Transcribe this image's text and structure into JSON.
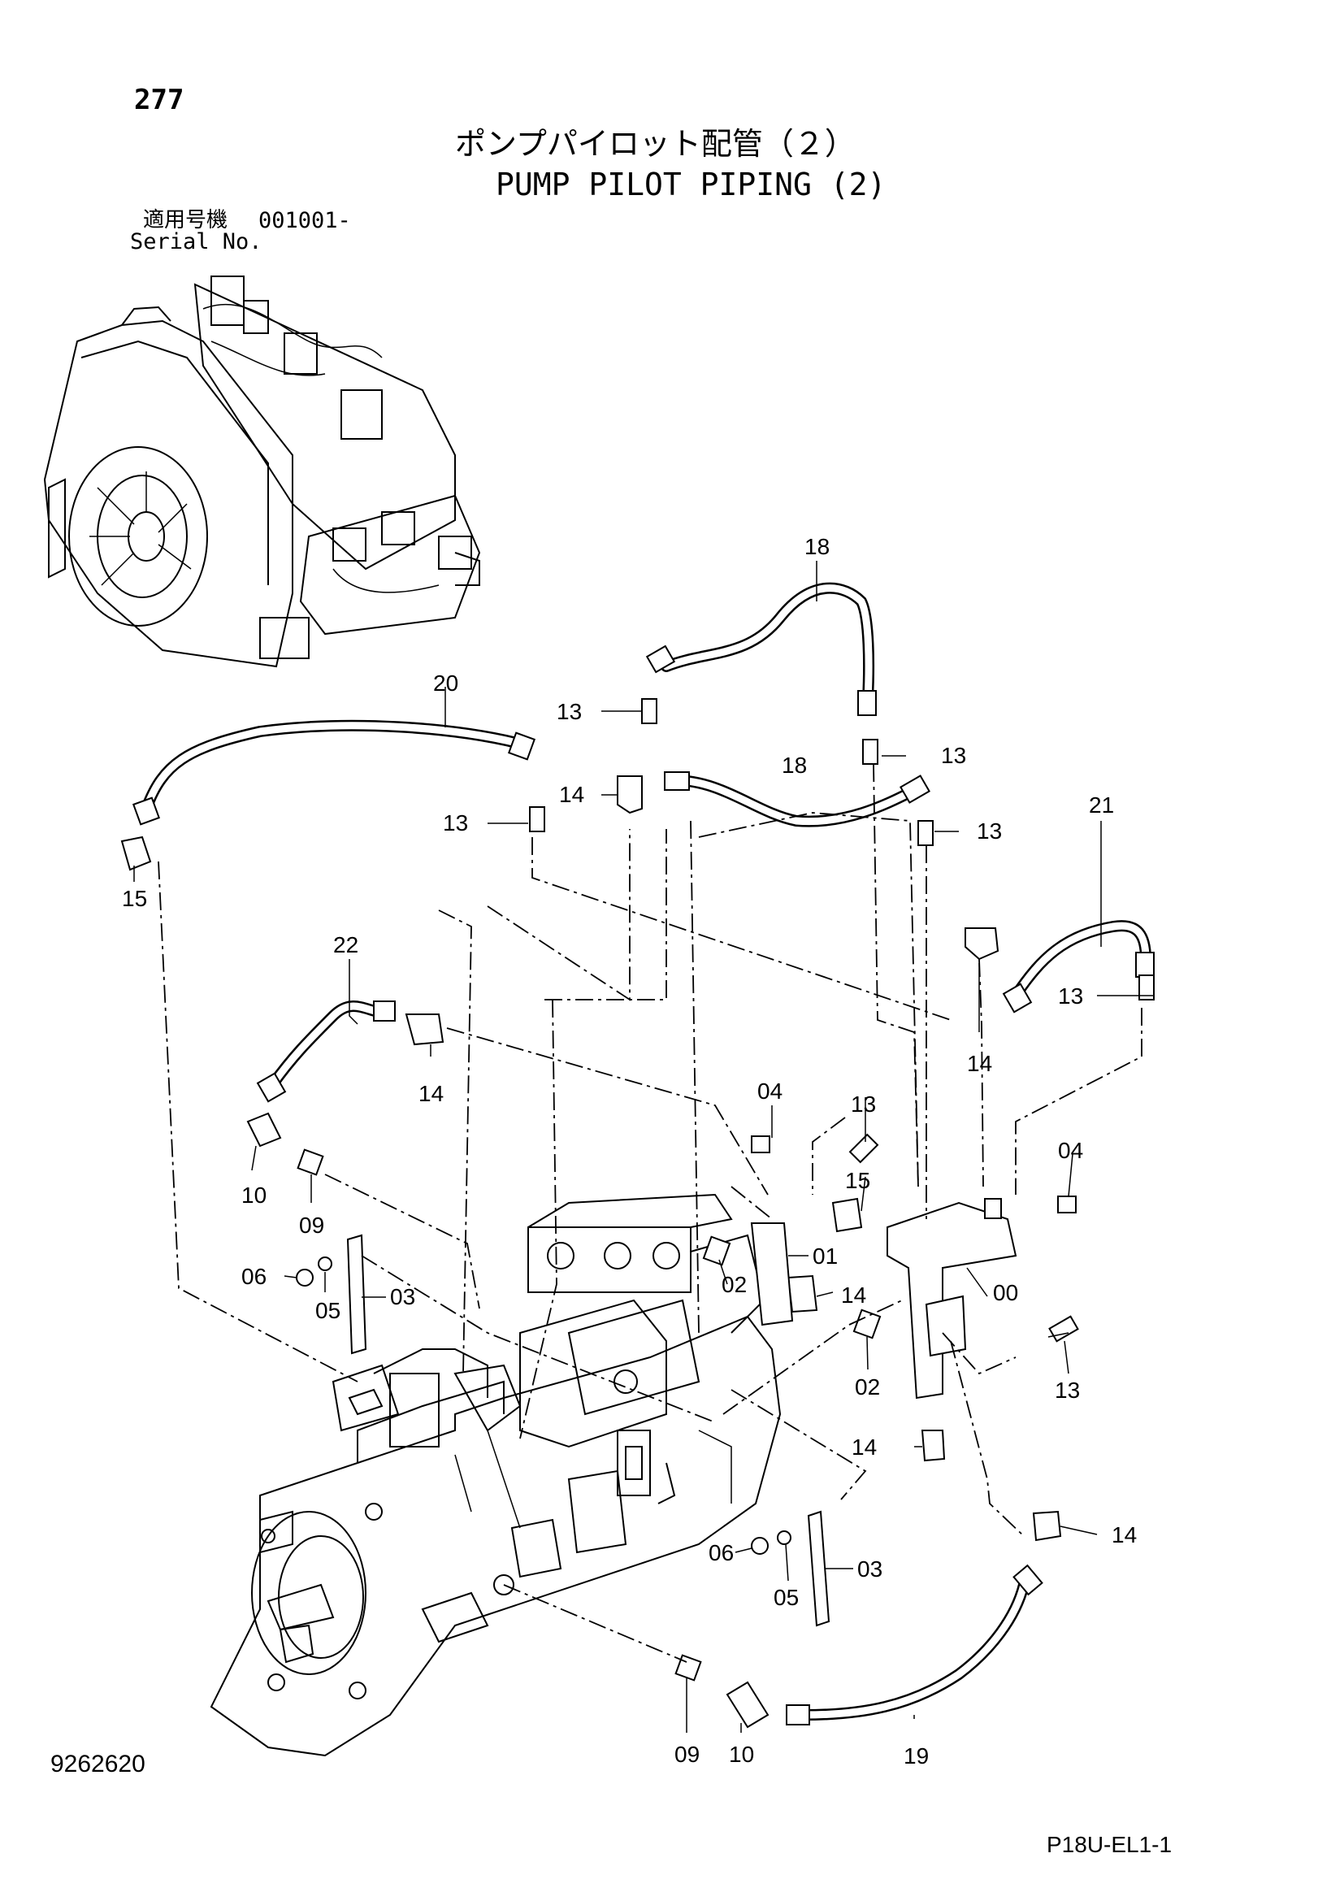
{
  "page_number": "277",
  "title_jp": "ポンプパイロット配管（２）",
  "title_en": "PUMP PILOT PIPING (2)",
  "serial": {
    "label_jp": "適用号機",
    "label_en": "Serial No.",
    "value": "001001-"
  },
  "callouts": {
    "c18a": "18",
    "c18b": "18",
    "c20": "20",
    "c21": "21",
    "c22": "22",
    "c19": "19",
    "c13a": "13",
    "c13b": "13",
    "c13c": "13",
    "c13d": "13",
    "c13e": "13",
    "c13f": "13",
    "c13g": "13",
    "c14a": "14",
    "c14b": "14",
    "c14c": "14",
    "c14d": "14",
    "c14e": "14",
    "c14f": "14",
    "c15a": "15",
    "c15b": "15",
    "c04a": "04",
    "c04b": "04",
    "c10a": "10",
    "c10b": "10",
    "c09a": "09",
    "c09b": "09",
    "c06a": "06",
    "c06b": "06",
    "c05a": "05",
    "c05b": "05",
    "c03a": "03",
    "c03b": "03",
    "c02a": "02",
    "c02b": "02",
    "c01": "01",
    "c00": "00"
  },
  "doc_number": "9262620",
  "page_code": "P18U-EL1-1"
}
